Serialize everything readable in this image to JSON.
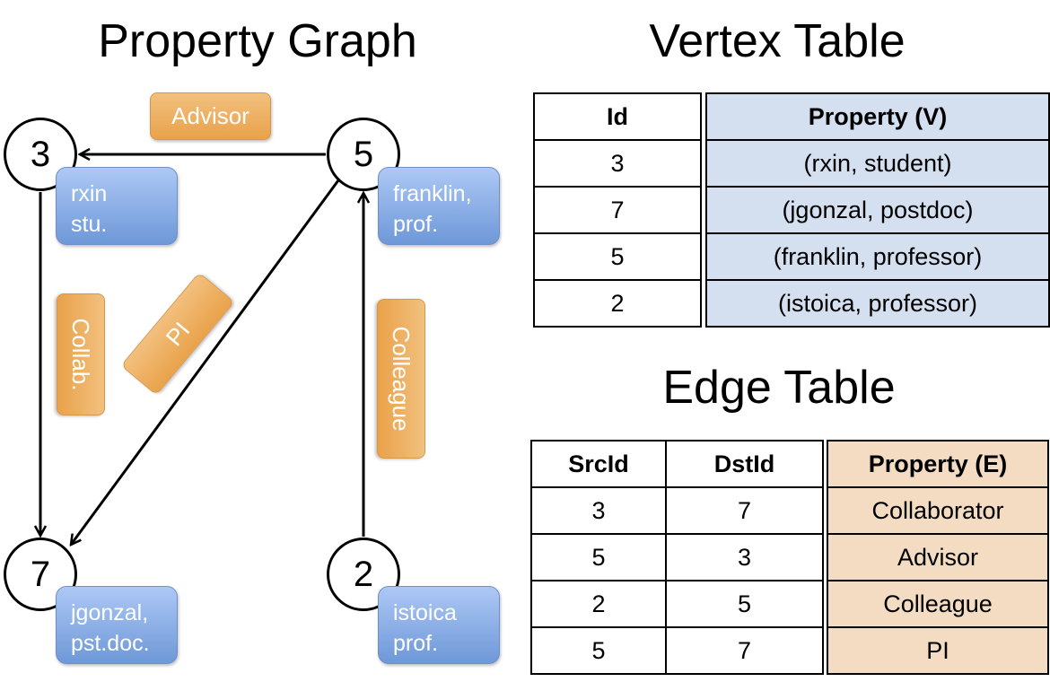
{
  "titles": {
    "graph": "Property Graph",
    "vertex": "Vertex Table",
    "edge": "Edge Table"
  },
  "nodes": [
    {
      "id": "3",
      "label": [
        "rxin",
        "stu."
      ]
    },
    {
      "id": "5",
      "label": [
        "franklin,",
        "prof."
      ]
    },
    {
      "id": "7",
      "label": [
        "jgonzal,",
        "pst.doc."
      ]
    },
    {
      "id": "2",
      "label": [
        "istoica",
        "prof."
      ]
    }
  ],
  "edges": [
    {
      "src": "5",
      "dst": "3",
      "label": "Advisor"
    },
    {
      "src": "3",
      "dst": "7",
      "label": "Collab."
    },
    {
      "src": "5",
      "dst": "7",
      "label": "PI"
    },
    {
      "src": "2",
      "dst": "5",
      "label": "Colleague"
    }
  ],
  "colors": {
    "vertex": "#d4dff0",
    "edge": "#f4dcc2",
    "node_box": "#8fb0e6",
    "edge_box": "#eeb064"
  },
  "vertex_table": {
    "headers": [
      "Id",
      "Property (V)"
    ],
    "rows": [
      [
        "3",
        "(rxin, student)"
      ],
      [
        "7",
        "(jgonzal, postdoc)"
      ],
      [
        "5",
        "(franklin, professor)"
      ],
      [
        "2",
        "(istoica, professor)"
      ]
    ]
  },
  "edge_table": {
    "headers": [
      "SrcId",
      "DstId",
      "Property (E)"
    ],
    "rows": [
      [
        "3",
        "7",
        "Collaborator"
      ],
      [
        "5",
        "3",
        "Advisor"
      ],
      [
        "2",
        "5",
        "Colleague"
      ],
      [
        "5",
        "7",
        "PI"
      ]
    ]
  }
}
